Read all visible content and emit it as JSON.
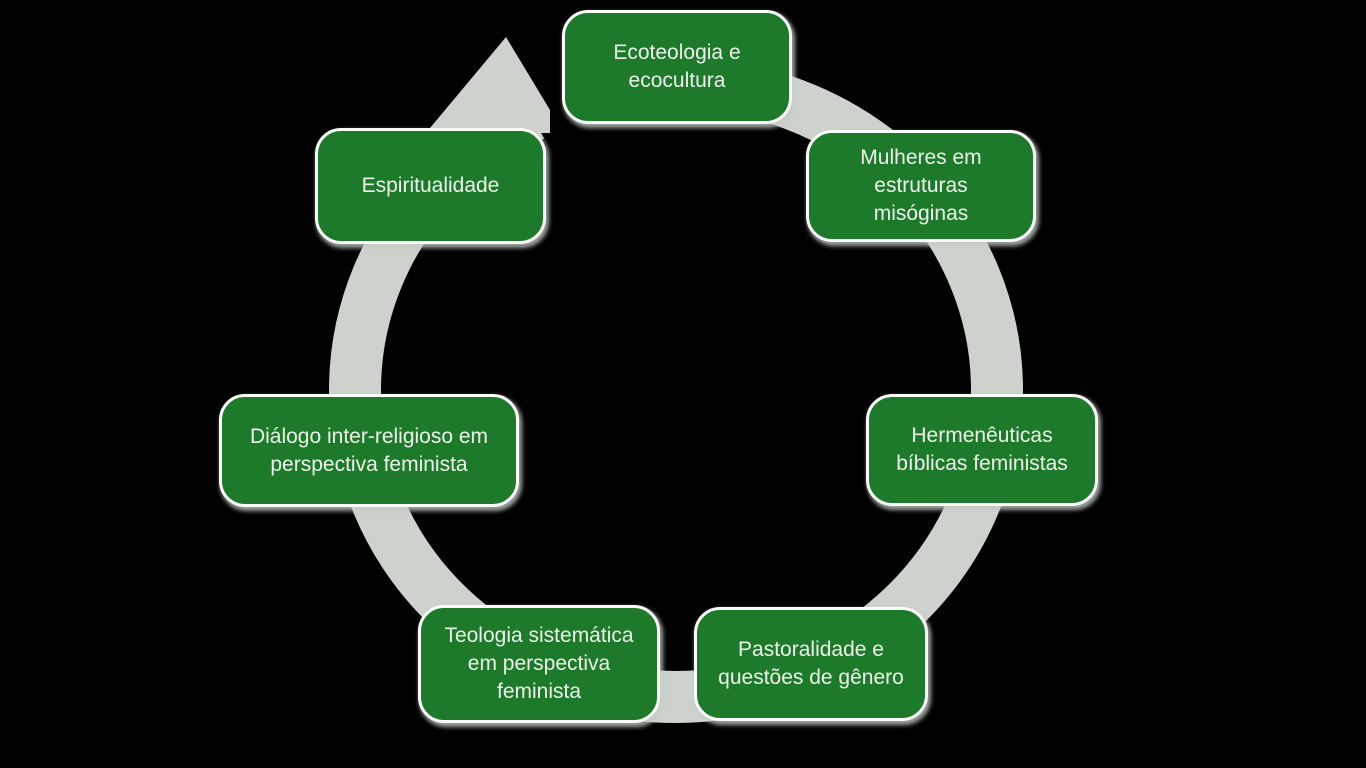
{
  "diagram": {
    "type": "cycle",
    "direction": "clockwise",
    "colors": {
      "background": "#000000",
      "ring": "#cdd2cc",
      "node_fill": "#1e7a2b",
      "node_border": "#fbfdfb",
      "node_text": "#edf3ea"
    },
    "nodes": [
      {
        "id": "ecoteologia-e-ecocultura",
        "label": "Ecoteologia e ecocultura",
        "lines": [
          "Ecoteologia e",
          "ecocultura"
        ]
      },
      {
        "id": "mulheres-em-estruturas-misoginas",
        "label": "Mulheres em estruturas misóginas",
        "lines": [
          "Mulheres em",
          "estruturas",
          "misóginas"
        ]
      },
      {
        "id": "hermeneuticas-biblicas-feministas",
        "label": "Hermenêuticas bíblicas feministas",
        "lines": [
          "Hermenêuticas",
          "bíblicas feministas"
        ]
      },
      {
        "id": "pastoralidade-e-questoes-de-genero",
        "label": "Pastoralidade e questões de gênero",
        "lines": [
          "Pastoralidade e",
          "questões de gênero"
        ]
      },
      {
        "id": "teologia-sistematica-em-perspectiva-feminista",
        "label": "Teologia sistemática em perspectiva feminista",
        "lines": [
          "Teologia sistemática",
          "em perspectiva",
          "feminista"
        ]
      },
      {
        "id": "dialogo-inter-religioso-em-perspectiva-feminista",
        "label": "Diálogo inter-religioso em perspectiva feminista",
        "lines": [
          "Diálogo inter-religioso em",
          "perspectiva feminista"
        ]
      },
      {
        "id": "espiritualidade",
        "label": "Espiritualidade",
        "lines": [
          "Espiritualidade"
        ]
      }
    ]
  }
}
